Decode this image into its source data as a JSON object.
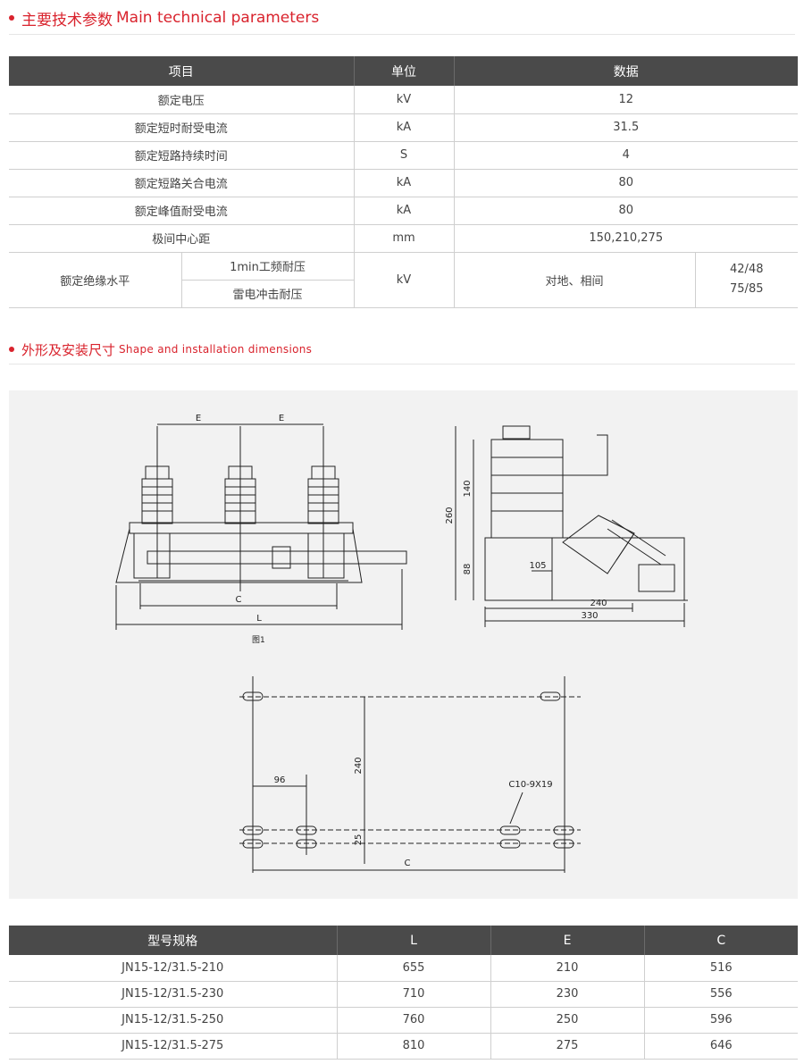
{
  "section1": {
    "title_cn": "主要技术参数",
    "title_en": "Main technical parameters"
  },
  "params_table": {
    "headers": [
      "项目",
      "单位",
      "数据"
    ],
    "rows": [
      {
        "item": "额定电压",
        "unit": "kV",
        "value": "12"
      },
      {
        "item": "额定短时耐受电流",
        "unit": "kA",
        "value": "31.5"
      },
      {
        "item": "额定短路持续时间",
        "unit": "S",
        "value": "4"
      },
      {
        "item": "额定短路关合电流",
        "unit": "kA",
        "value": "80"
      },
      {
        "item": "额定峰值耐受电流",
        "unit": "kA",
        "value": "80"
      },
      {
        "item": "极间中心距",
        "unit": "mm",
        "value": "150,210,275"
      }
    ],
    "insulation": {
      "item": "额定绝缘水平",
      "sub1": "1min工频耐压",
      "sub2": "雷电冲击耐压",
      "unit": "kV",
      "desc": "对地、相间",
      "value1": "42/48",
      "value2": "75/85"
    }
  },
  "section2": {
    "title_cn": "外形及安装尺寸",
    "title_en": "Shape and installation dimensions"
  },
  "drawing": {
    "fig_label": "图1",
    "front": {
      "E1": "E",
      "E2": "E",
      "C": "C",
      "L": "L"
    },
    "side": {
      "d260": "260",
      "d140": "140",
      "d88": "88",
      "d105": "105",
      "d240": "240",
      "d330": "330"
    },
    "mount": {
      "d240": "240",
      "d96": "96",
      "d25": "25",
      "C": "C",
      "slot": "C10-9X19"
    }
  },
  "models_table": {
    "headers": [
      "型号规格",
      "L",
      "E",
      "C"
    ],
    "rows": [
      {
        "model": "JN15-12/31.5-210",
        "L": "655",
        "E": "210",
        "C": "516"
      },
      {
        "model": "JN15-12/31.5-230",
        "L": "710",
        "E": "230",
        "C": "556"
      },
      {
        "model": "JN15-12/31.5-250",
        "L": "760",
        "E": "250",
        "C": "596"
      },
      {
        "model": "JN15-12/31.5-275",
        "L": "810",
        "E": "275",
        "C": "646"
      }
    ]
  }
}
